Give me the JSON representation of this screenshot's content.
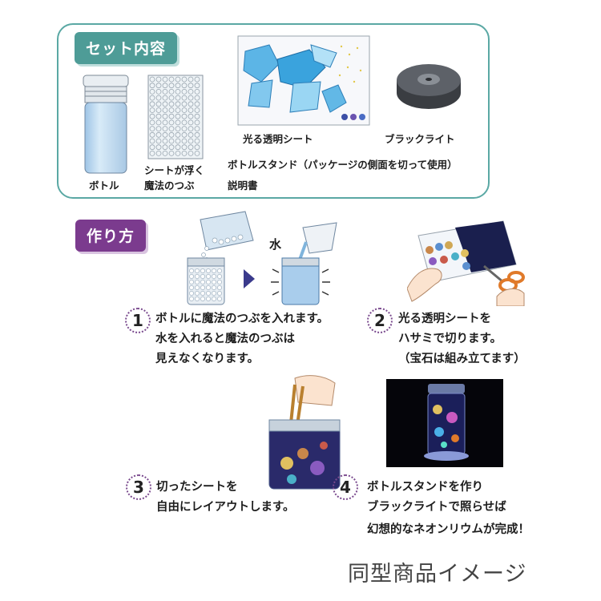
{
  "set": {
    "tag": "セット内容",
    "bottle": "ボトル",
    "beads": [
      "シートが浮く",
      "魔法のつぶ"
    ],
    "sheet": "光る透明シート",
    "blacklight": "ブラックライト",
    "stand": "ボトルスタンド（パッケージの側面を切って使用）",
    "manual": "説明書"
  },
  "how": {
    "tag": "作り方",
    "water": "水",
    "steps": [
      {
        "num": "1",
        "lines": [
          "ボトルに魔法のつぶを入れます。",
          "水を入れると魔法のつぶは",
          "見えなくなります。"
        ]
      },
      {
        "num": "2",
        "lines": [
          "光る透明シートを",
          "ハサミで切ります。",
          "（宝石は組み立てます）"
        ]
      },
      {
        "num": "3",
        "lines": [
          "切ったシートを",
          "自由にレイアウトします。"
        ]
      },
      {
        "num": "4",
        "lines": [
          "ボトルスタンドを作り",
          "ブラックライトで照らせば",
          "幻想的なネオンリウムが完成！"
        ]
      }
    ]
  },
  "caption": "同型商品イメージ",
  "colors": {
    "teal": "#4e9c97",
    "purple": "#7b3b8e"
  }
}
